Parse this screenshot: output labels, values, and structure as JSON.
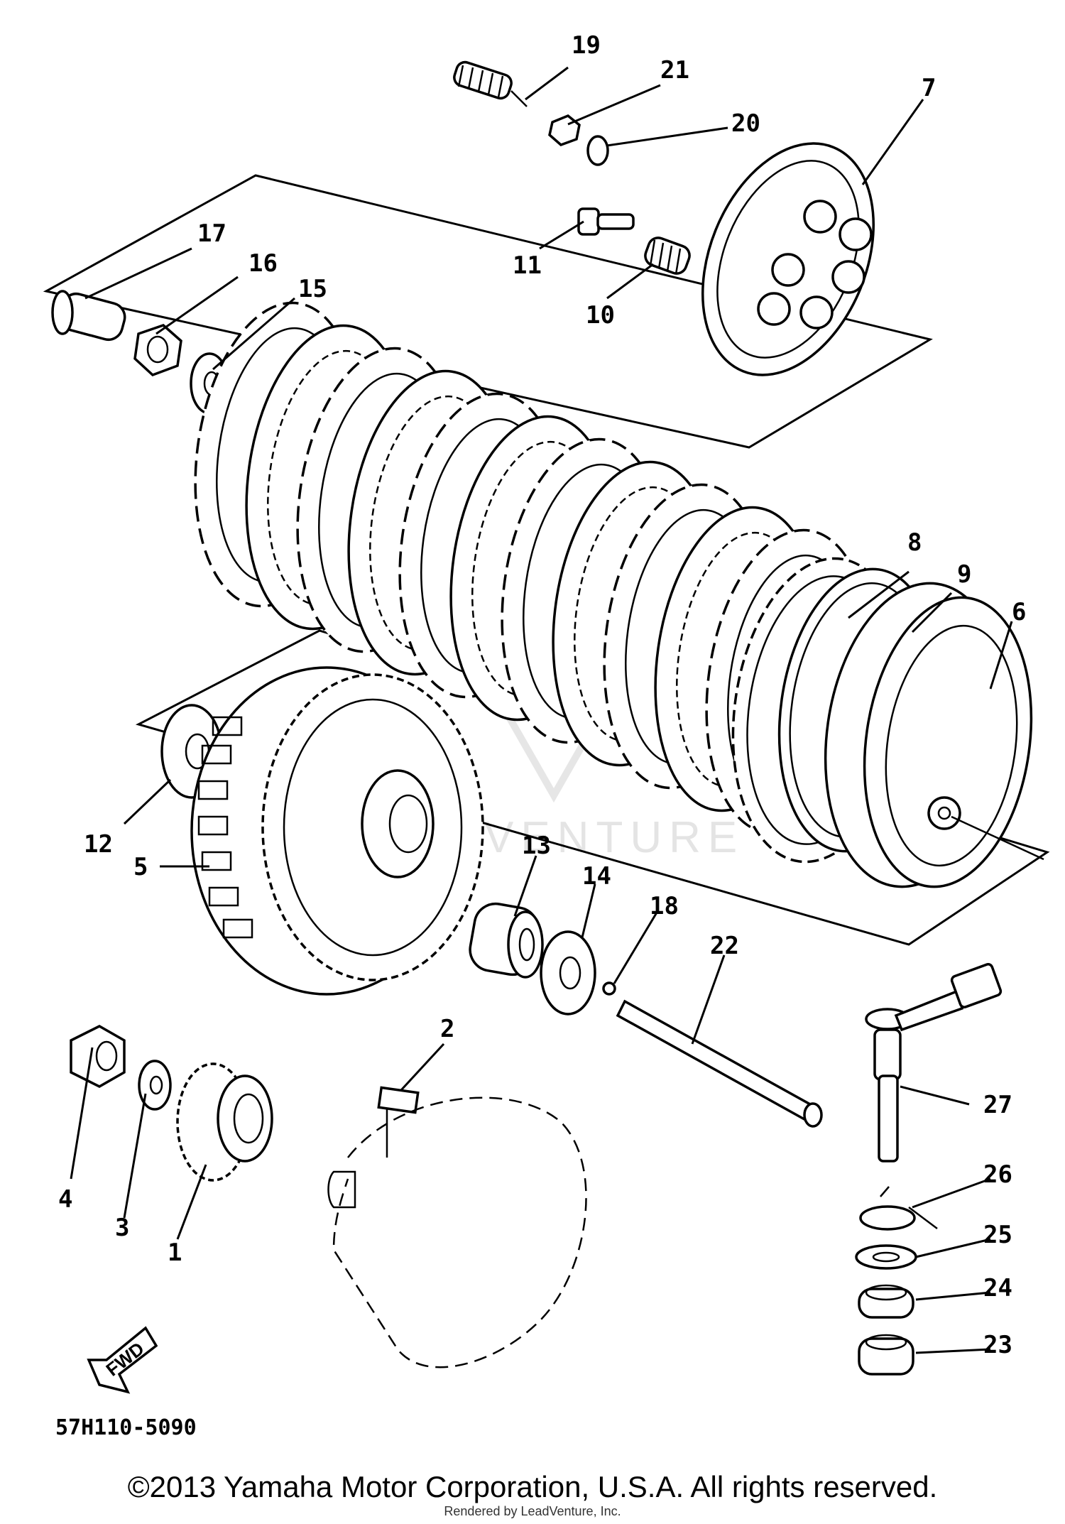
{
  "diagram_code": "57H110-5090",
  "watermark": "LEADVENTURE",
  "fwd_label": "FWD",
  "copyright": "©2013 Yamaha Motor Corporation, U.S.A. All rights reserved.",
  "rendered_by": "Rendered by LeadVenture, Inc.",
  "callouts": [
    "1",
    "2",
    "3",
    "4",
    "5",
    "6",
    "7",
    "8",
    "9",
    "10",
    "11",
    "12",
    "13",
    "14",
    "15",
    "16",
    "17",
    "18",
    "19",
    "20",
    "21",
    "22",
    "23",
    "24",
    "25",
    "26",
    "27"
  ]
}
